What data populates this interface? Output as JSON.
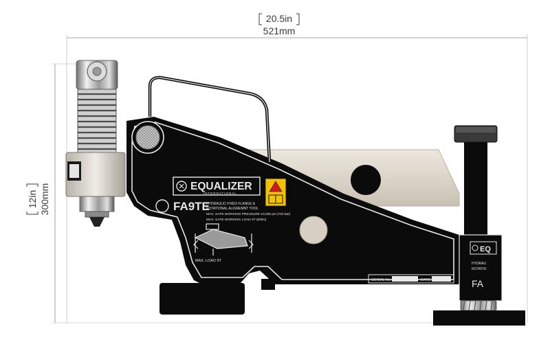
{
  "dimensions": {
    "width_in": "20.5in",
    "width_mm": "521mm",
    "height_in": "12in",
    "height_mm": "300mm"
  },
  "tool_plate": {
    "brand": "EQUALIZER",
    "brand_sub": "INTERNATIONAL",
    "model": "FA9TE",
    "description_1": "HYDRAULIC FIXED FLANGE &",
    "description_2": "ROTATIONAL ALIGNEMNT TOOL",
    "pressure": "MAX. SAFE WORKING PRESSURE 10,000 psi (700 bar)",
    "load": "MAX. SAFE WORKING LOAD 9T (90kN)",
    "max_load_label": "MAX. LOAD 9T",
    "serial_label": "SERIAL No",
    "date_label": "DATE"
  },
  "side_plate": {
    "brand": "EQ",
    "line_1": "HYDRAU",
    "line_2": "ROTATIO",
    "model": "FA"
  },
  "colors": {
    "body": "#0b0b0b",
    "outline": "#e8e8e8",
    "blade": "#d9d2c6",
    "warning": "#f2c200"
  }
}
